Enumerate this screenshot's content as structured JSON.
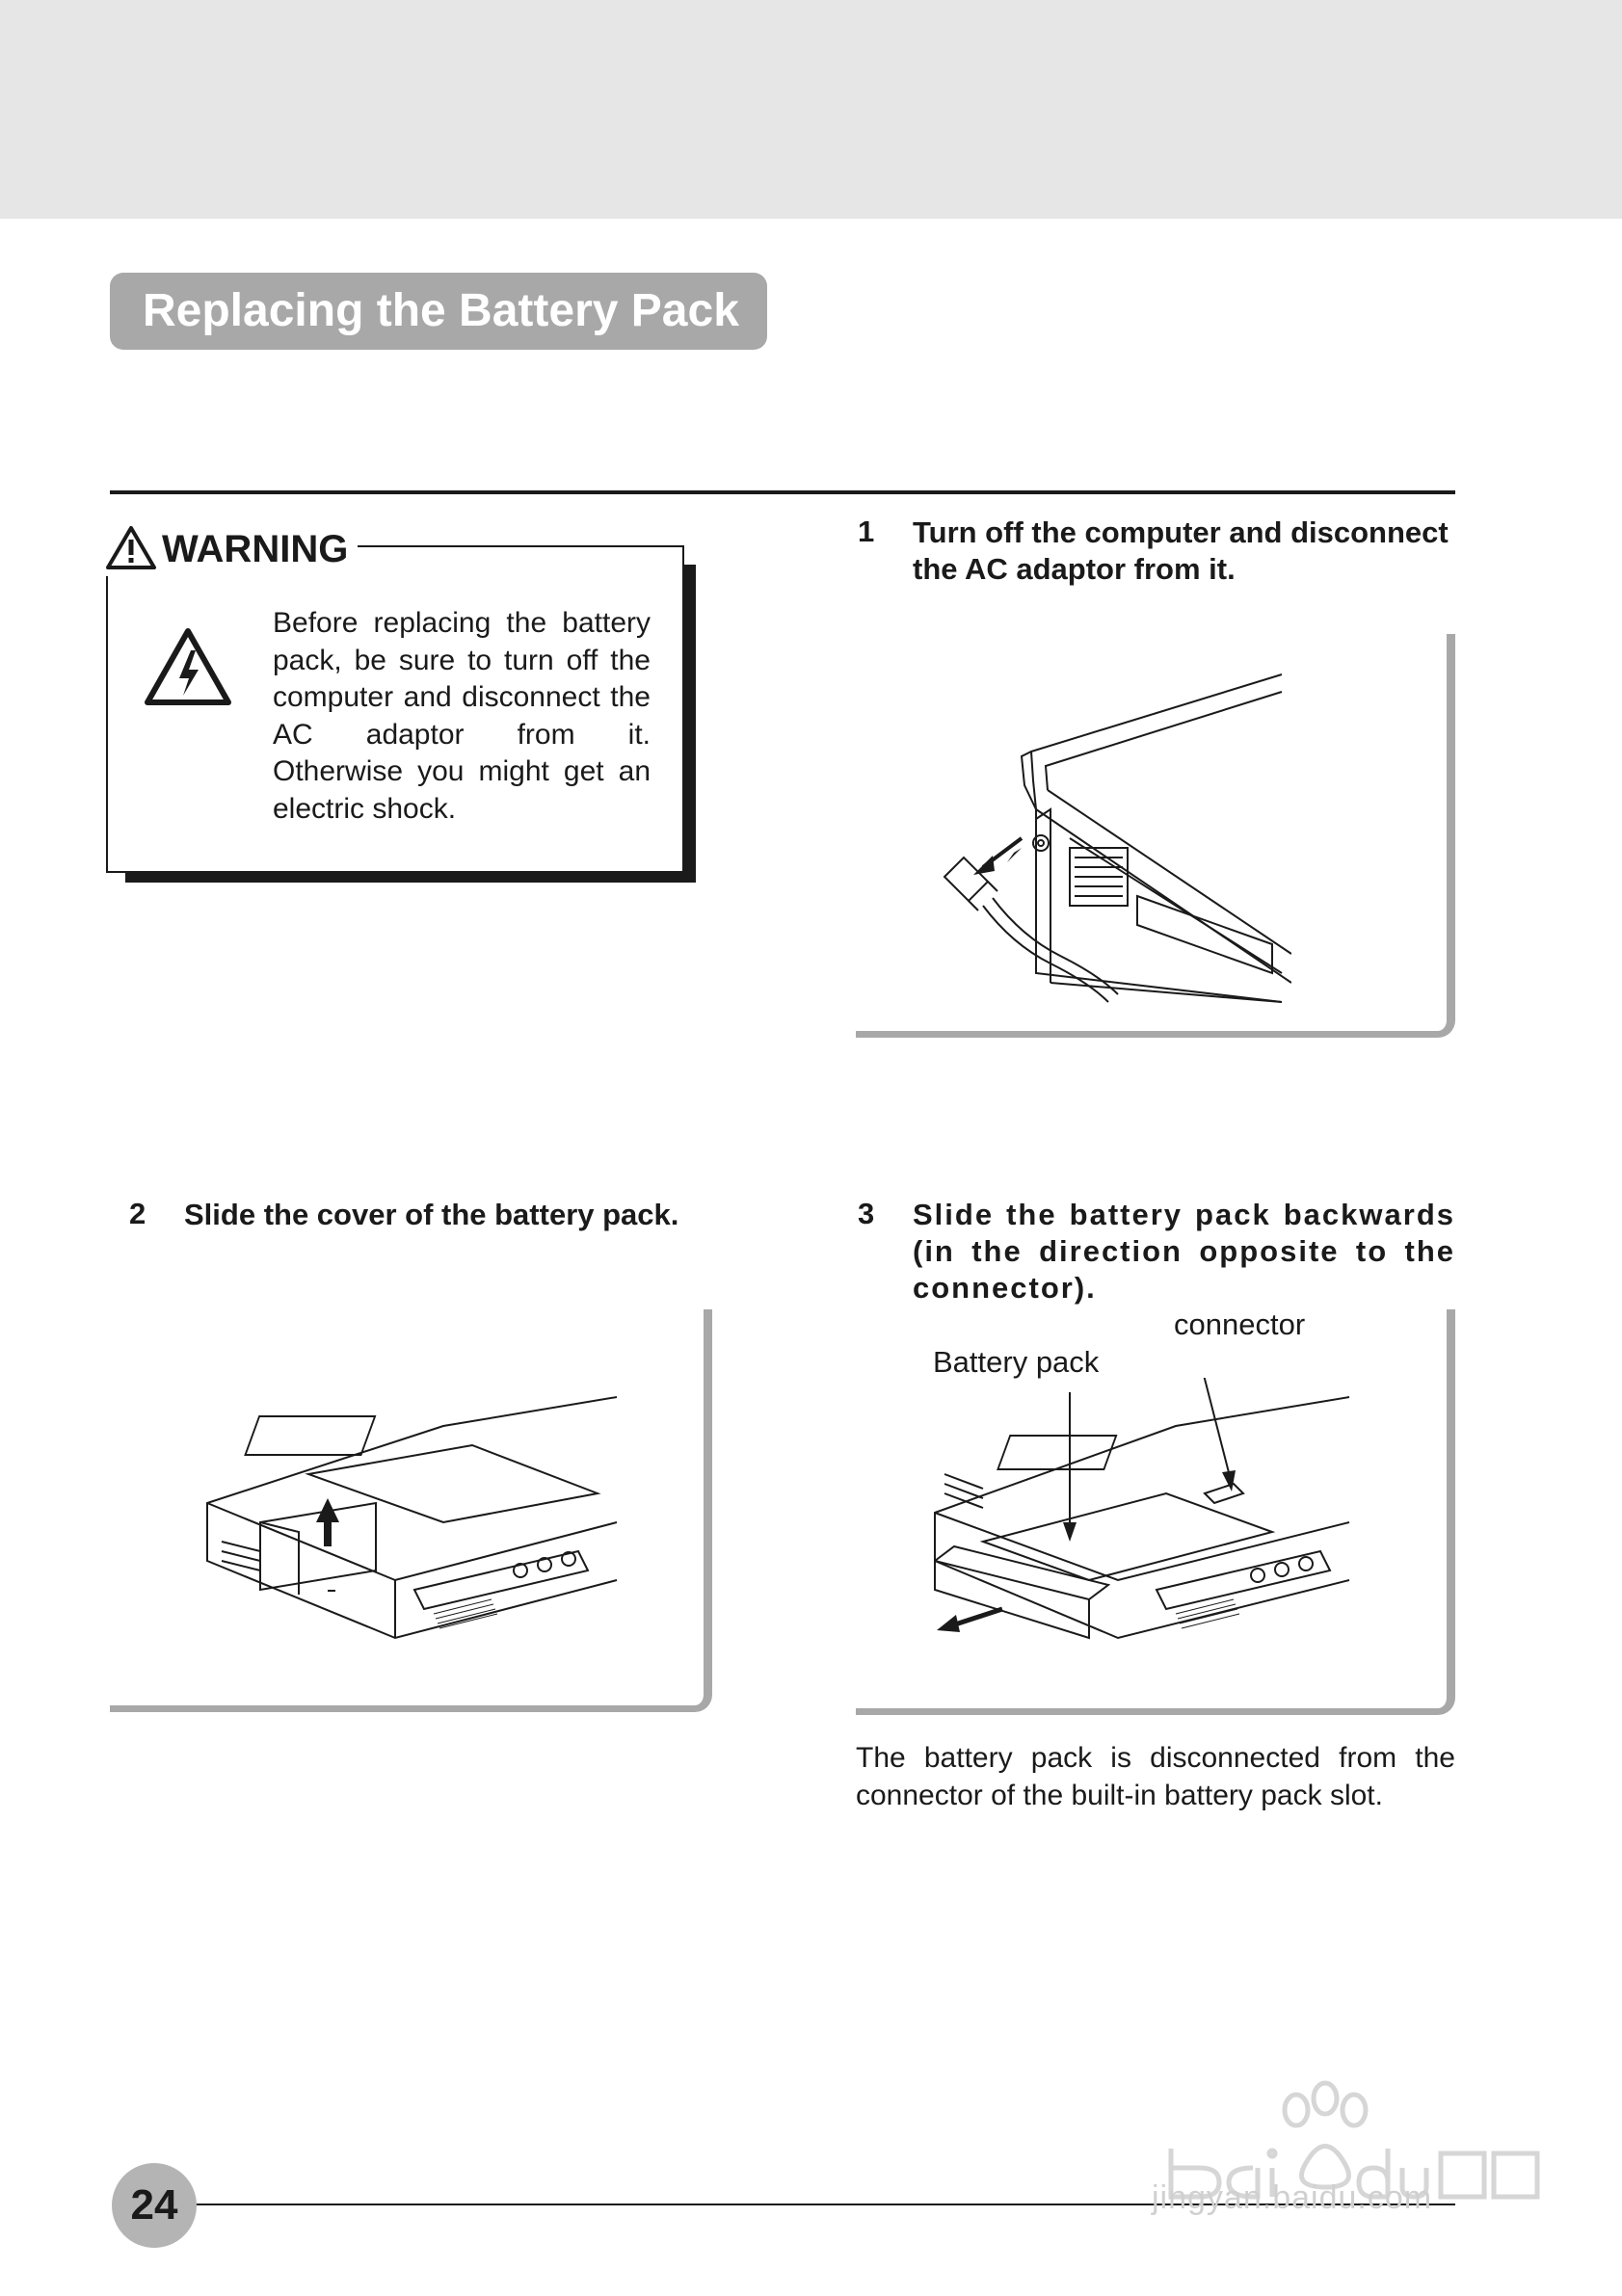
{
  "header": {
    "title": "Replacing the Battery Pack"
  },
  "warning": {
    "label": "WARNING",
    "text": "Before replacing the battery pack, be sure to turn off the computer and disconnect the AC adaptor from it. Otherwise you might get an electric shock."
  },
  "steps": [
    {
      "number": "1",
      "text": "Turn off the computer and disconnect the AC adaptor from it."
    },
    {
      "number": "2",
      "text": "Slide the cover of the battery pack."
    },
    {
      "number": "3",
      "text": "Slide the battery pack backwards (in the direction opposite to the connector)."
    }
  ],
  "figure3": {
    "callout_connector": "connector",
    "callout_battery": "Battery pack"
  },
  "note": "The battery pack is disconnected from the connector of the built-in battery pack slot.",
  "footer": {
    "page_number": "24"
  },
  "watermark": {
    "text": "jingyan.baidu.com"
  }
}
